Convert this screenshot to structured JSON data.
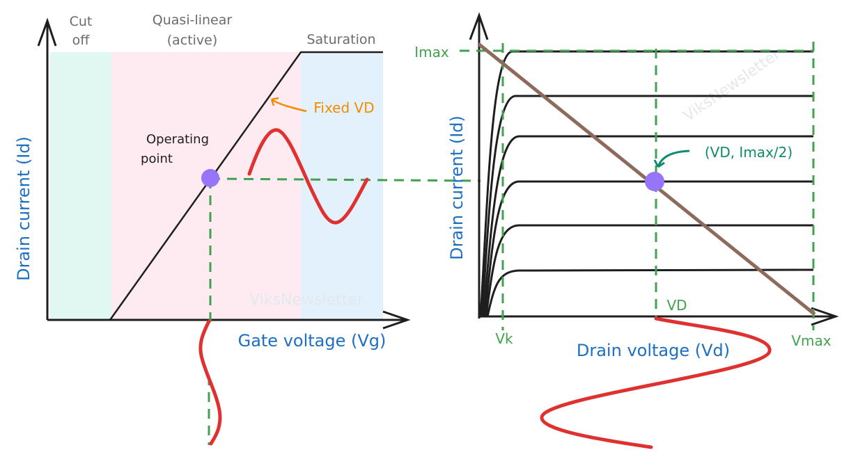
{
  "colors": {
    "cutoff_region": "#e0f8f1",
    "active_region": "#fdebf1",
    "saturation_region": "#e3f1fd",
    "signal": "#e03131",
    "operating_point": "#9775fa",
    "guide_dashes": "#40a150",
    "load_line": "#8c6a5c",
    "axis_label": "#1c6fc2",
    "annotation_orange": "#f08c00",
    "annotation_teal": "#0c8c6a"
  },
  "left": {
    "regions": {
      "cutoff": [
        "Cut",
        "off"
      ],
      "active": [
        "Quasi-linear",
        "(active)"
      ],
      "saturation": "Saturation"
    },
    "fixed_vd": "Fixed VD",
    "operating_point": [
      "Operating",
      "point"
    ],
    "y_label": "Drain current (Id)",
    "x_label": "Gate voltage (Vg)",
    "watermark": "ViksNewsletter"
  },
  "right": {
    "imax": "Imax",
    "point_label": "(VD, Imax/2)",
    "vd": "VD",
    "vk": "Vk",
    "vmax": "Vmax",
    "y_label": "Drain current (Id)",
    "x_label": "Drain voltage (Vd)",
    "watermark": "ViksNewsletter"
  }
}
